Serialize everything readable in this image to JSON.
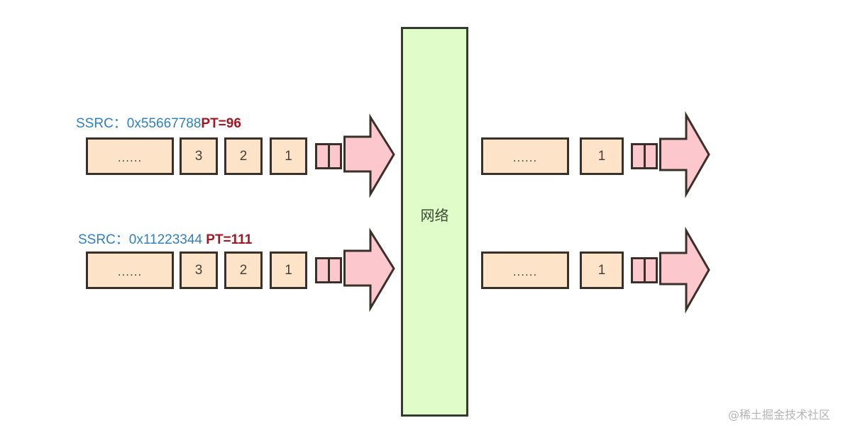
{
  "network": {
    "label": "网络"
  },
  "inputs": [
    {
      "ssrc_label": "SSRC：",
      "ssrc_value": "0x55667788",
      "pt_label": "PT=96",
      "packets": [
        "......",
        "3",
        "2",
        "1"
      ]
    },
    {
      "ssrc_label": "SSRC：",
      "ssrc_value": "0x11223344",
      "pt_label": "PT=111",
      "packets": [
        "......",
        "3",
        "2",
        "1"
      ]
    }
  ],
  "outputs": [
    {
      "packets": [
        "......",
        "1"
      ]
    },
    {
      "packets": [
        "......",
        "1"
      ]
    }
  ],
  "colors": {
    "ssrc_text": "#2f7fc1",
    "pt_text": "#a01824",
    "packet_fill": "#fde3c8",
    "arrow_fill": "#fdc7ce",
    "network_fill": "#e0fcc9",
    "stroke": "#3a302a"
  },
  "watermark": "@稀土掘金技术社区"
}
